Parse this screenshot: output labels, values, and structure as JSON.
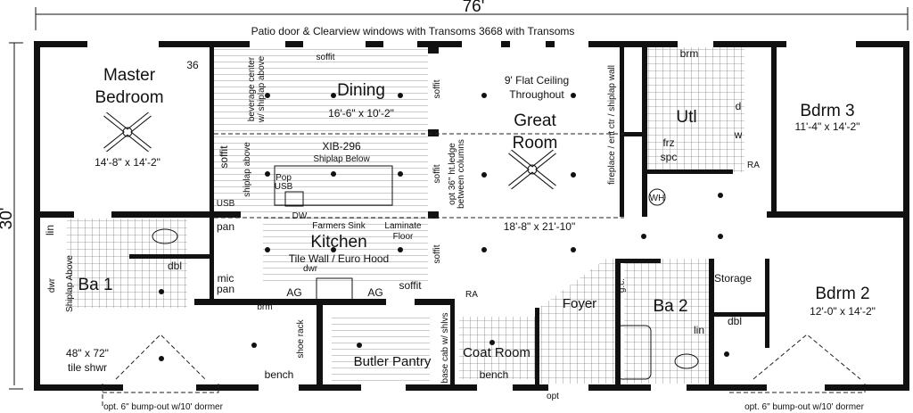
{
  "dimensions": {
    "width": "76'",
    "depth": "30'"
  },
  "top_note": "Patio door & Clearview windows with Transoms   3668 with Transoms",
  "rooms": {
    "master": {
      "name1": "Master",
      "name2": "Bedroom",
      "size": "14'-8\" x 14'-2\"",
      "door": "36"
    },
    "dining": {
      "name": "Dining",
      "size": "16'-6\" x 10'-2\"",
      "soffit": "soffit",
      "bev1": "beverage center",
      "bev2": "w/ shiplap above"
    },
    "island": {
      "model": "XIB-296",
      "note": "Shiplap Below",
      "pop": "Pop",
      "usb": "USB",
      "usb2": "USB",
      "soffit": "soffit",
      "shiplap": "shiplap above"
    },
    "great": {
      "name1": "Great",
      "name2": "Room",
      "ceiling1": "9' Flat Ceiling",
      "ceiling2": "Throughout",
      "size": "18'-8\" x 21'-10\"",
      "ledge1": "opt 36\" ht.ledge",
      "ledge2": "between columns",
      "fireplace": "fireplace / ent ctr / shiplap wall",
      "soffit1": "soffit",
      "soffit2": "soffit",
      "soffit3": "soffit",
      "ra": "RA"
    },
    "utility": {
      "name": "Utl",
      "brm": "brm",
      "dryer": "d",
      "washer": "w",
      "frz1": "frz",
      "frz2": "spc",
      "ra": "RA",
      "wh": "WH"
    },
    "bdrm3": {
      "name": "Bdrm 3",
      "size": "11'-4\" x 14'-2\""
    },
    "kitchen": {
      "name": "Kitchen",
      "dw": "DW",
      "sink": "Farmers Sink",
      "floor1": "Laminate",
      "floor2": "Floor",
      "hood": "Tile Wall / Euro Hood",
      "dwr": "dwr",
      "ag1": "AG",
      "ag2": "AG",
      "soffit": "soffit",
      "pan": "pan",
      "mic1": "mic",
      "mic2": "pan",
      "brm": "brm"
    },
    "ba1": {
      "name": "Ba 1",
      "lin": "lin",
      "dwr": "dwr",
      "shiplap": "Shiplap Above",
      "dbl": "dbl",
      "shower1": "48\" x 72\"",
      "shower2": "tile shwr"
    },
    "mudroom": {
      "shoe": "shoe rack",
      "bench": "bench"
    },
    "butler": {
      "name": "Butler Pantry",
      "cab": "base cab w/ shlvs"
    },
    "coat": {
      "name": "Coat Room",
      "bench": "bench"
    },
    "foyer": {
      "name": "Foyer",
      "opt": "opt"
    },
    "ba2": {
      "name": "Ba 2",
      "gc": "g.c.",
      "lin": "lin"
    },
    "storage": {
      "name": "Storage",
      "dbl": "dbl"
    },
    "bdrm2": {
      "name": "Bdrm 2",
      "size": "12'-0\" x 14'-2\""
    }
  },
  "bumpout_left": "opt. 6\" bump-out w/10' dormer",
  "bumpout_right": "opt. 6\" bump-out w/10' dormer"
}
